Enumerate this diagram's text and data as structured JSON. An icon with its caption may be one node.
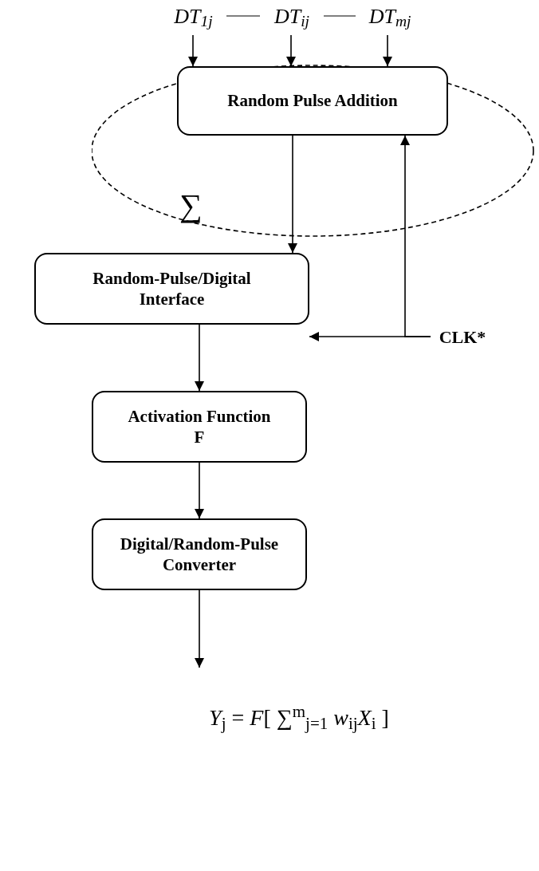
{
  "diagram": {
    "nodes": [
      {
        "text": [
          "DT$_{1j}$"
        ]
      },
      {
        "text": [
          "DT$_{ij}$"
        ]
      },
      {
        "text": [
          "DT$_{mj}$"
        ]
      },
      {
        "text": [
          "∑"
        ]
      },
      {
        "text": [
          "Random Pulse Addition"
        ],
        "in": 3
      },
      {
        "text": [
          "Random-Pulse/Digital Interface"
        ]
      },
      {
        "text": [
          "Activation Function",
          "F"
        ]
      },
      {
        "text": [
          "Digital/Random-Pulse Converter"
        ]
      },
      {
        "text": [
          "CLK*"
        ]
      },
      {
        "text": [
          "*Y*$_{j}$ = *F*[ ∑$^{m}$$_{j=1}$ *w*$_{ij}$*X*$_{i}$ ]"
        ]
      }
    ],
    "edges": [
      {
        "from": 0,
        "to": 1,
        "arrow": "none"
      },
      {
        "from": 1,
        "to": 2,
        "arrow": "none"
      },
      {
        "from": 0,
        "to": 4,
        "arrow": "to"
      },
      {
        "from": 1,
        "to": 4,
        "arrow": "to"
      },
      {
        "from": 2,
        "to": 4,
        "arrow": "to"
      },
      {
        "from": 4,
        "to": 5,
        "arrow": "to"
      },
      {
        "from": 8,
        "to": 4,
        "arrow": "to"
      },
      {
        "from": 8,
        "to": 5,
        "arrow": "to"
      },
      {
        "from": 5,
        "to": 6,
        "arrow": "to"
      },
      {
        "from": 6,
        "to": 7,
        "arrow": "to"
      },
      {
        "from": 7,
        "to": 9,
        "arrow": "to"
      }
    ]
  }
}
